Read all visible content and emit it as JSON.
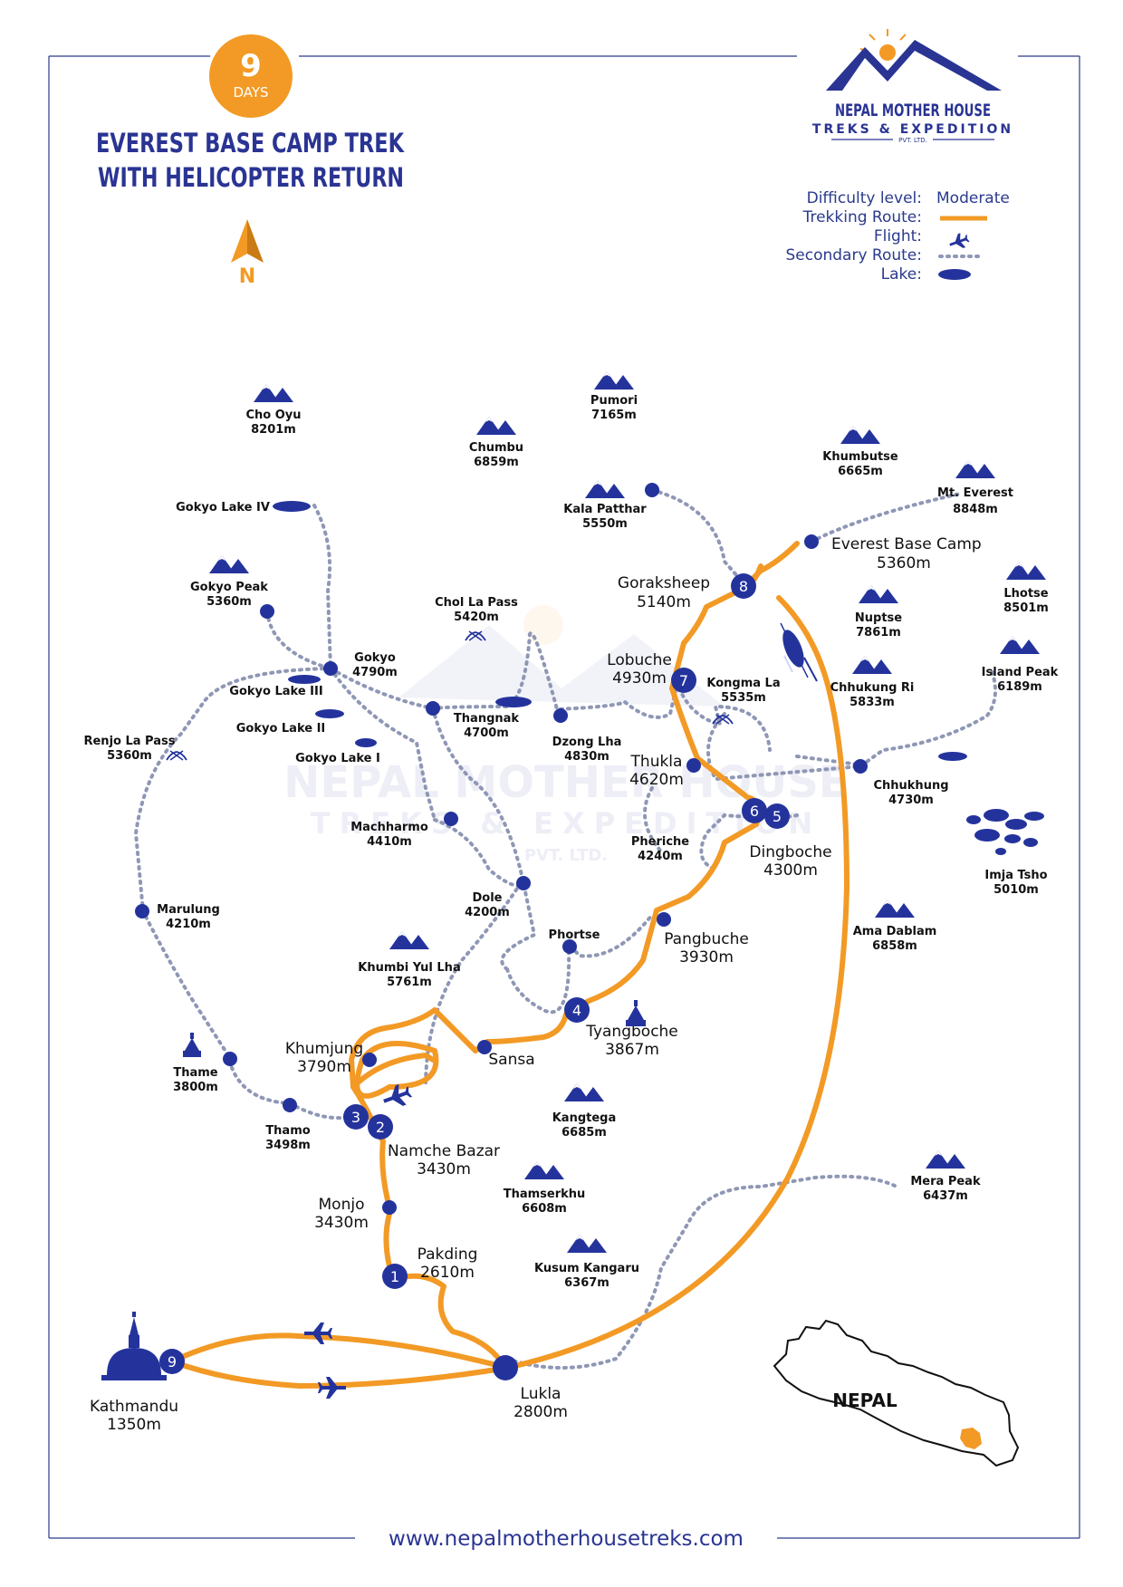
{
  "badge": {
    "days": "9",
    "label": "DAYS"
  },
  "title": {
    "line1": "EVEREST BASE CAMP TREK",
    "line2": "WITH HELICOPTER RETURN"
  },
  "compass": {
    "label": "N"
  },
  "brand": {
    "name": "NEPAL MOTHER HOUSE",
    "tagline": "TREKS & EXPEDITION",
    "suffix": "PVT. LTD."
  },
  "legend": {
    "difficulty_label": "Difficulty level:",
    "difficulty_value": "Moderate",
    "trekking_label": "Trekking Route:",
    "flight_label": "Flight:",
    "secondary_label": "Secondary Route:",
    "lake_label": "Lake:"
  },
  "colors": {
    "route": "#f29a25",
    "navy": "#24339c",
    "secondary": "#8f97b5"
  },
  "mountains": [
    {
      "name": "Cho Oyu",
      "elev": "8201m"
    },
    {
      "name": "Pumori",
      "elev": "7165m"
    },
    {
      "name": "Chumbu",
      "elev": "6859m"
    },
    {
      "name": "Khumbutse",
      "elev": "6665m"
    },
    {
      "name": "Mt. Everest",
      "elev": "8848m"
    },
    {
      "name": "Kala Patthar",
      "elev": "5550m"
    },
    {
      "name": "Gokyo Peak",
      "elev": "5360m"
    },
    {
      "name": "Lhotse",
      "elev": "8501m"
    },
    {
      "name": "Nuptse",
      "elev": "7861m"
    },
    {
      "name": "Island Peak",
      "elev": "6189m"
    },
    {
      "name": "Chhukung Ri",
      "elev": "5833m"
    },
    {
      "name": "Ama Dablam",
      "elev": "6858m"
    },
    {
      "name": "Khumbi Yul Lha",
      "elev": "5761m"
    },
    {
      "name": "Kangtega",
      "elev": "6685m"
    },
    {
      "name": "Thamserkhu",
      "elev": "6608m"
    },
    {
      "name": "Kusum Kangaru",
      "elev": "6367m"
    },
    {
      "name": "Mera Peak",
      "elev": "6437m"
    }
  ],
  "passes": [
    {
      "name": "Chol La Pass",
      "elev": "5420m"
    },
    {
      "name": "Kongma La",
      "elev": "5535m"
    },
    {
      "name": "Renjo La Pass",
      "elev": "5360m"
    }
  ],
  "places": [
    {
      "name": "Everest Base Camp",
      "elev": "5360m"
    },
    {
      "name": "Goraksheep",
      "elev": "5140m"
    },
    {
      "name": "Lobuche",
      "elev": "4930m"
    },
    {
      "name": "Thukla",
      "elev": "4620m"
    },
    {
      "name": "Dingboche",
      "elev": "4300m"
    },
    {
      "name": "Pangbuche",
      "elev": "3930m"
    },
    {
      "name": "Tyangboche",
      "elev": "3867m"
    },
    {
      "name": "Sansa",
      "elev": ""
    },
    {
      "name": "Khumjung",
      "elev": "3790m"
    },
    {
      "name": "Namche Bazar",
      "elev": "3430m"
    },
    {
      "name": "Monjo",
      "elev": "3430m"
    },
    {
      "name": "Pakding",
      "elev": "2610m"
    },
    {
      "name": "Lukla",
      "elev": "2800m"
    },
    {
      "name": "Kathmandu",
      "elev": "1350m"
    }
  ],
  "minor_places": [
    {
      "name": "Gokyo",
      "elev": "4790m"
    },
    {
      "name": "Thangnak",
      "elev": "4700m"
    },
    {
      "name": "Dzong Lha",
      "elev": "4830m"
    },
    {
      "name": "Chhukhung",
      "elev": "4730m"
    },
    {
      "name": "Pheriche",
      "elev": "4240m"
    },
    {
      "name": "Machharmo",
      "elev": "4410m"
    },
    {
      "name": "Dole",
      "elev": "4200m"
    },
    {
      "name": "Phortse",
      "elev": ""
    },
    {
      "name": "Marulung",
      "elev": "4210m"
    },
    {
      "name": "Thame",
      "elev": "3800m"
    },
    {
      "name": "Thamo",
      "elev": "3498m"
    },
    {
      "name": "Imja Tsho",
      "elev": "5010m"
    }
  ],
  "lakes": [
    {
      "name": "Gokyo Lake IV"
    },
    {
      "name": "Gokyo Lake III"
    },
    {
      "name": "Gokyo Lake II"
    },
    {
      "name": "Gokyo Lake I"
    }
  ],
  "stops": [
    "1",
    "2",
    "3",
    "4",
    "5",
    "6",
    "7",
    "8",
    "9"
  ],
  "inset": {
    "label": "NEPAL"
  },
  "website": "www.nepalmotherhousetreks.com"
}
